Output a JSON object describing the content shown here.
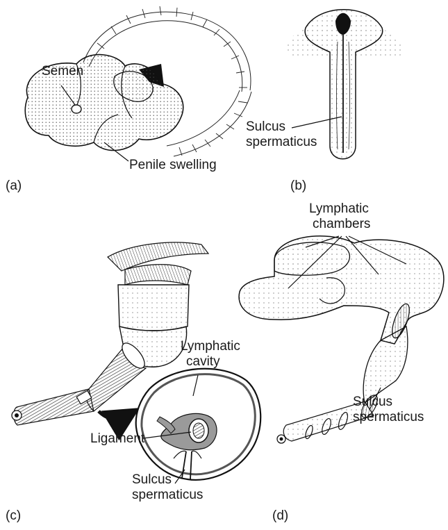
{
  "panels": [
    {
      "letter": "(a)",
      "labels": {
        "semen": "Semen",
        "penile_swelling": "Penile swelling"
      }
    },
    {
      "letter": "(b)",
      "labels": {
        "sulcus_line1": "Sulcus",
        "sulcus_line2": "spermaticus"
      }
    },
    {
      "letter": "(c)",
      "labels": {
        "lymphatic_line1": "Lymphatic",
        "lymphatic_line2": "cavity",
        "ligament": "Ligament",
        "sulcus_line1": "Sulcus",
        "sulcus_line2": "spermaticus"
      }
    },
    {
      "letter": "(d)",
      "labels": {
        "lymphatic_line1": "Lymphatic",
        "lymphatic_line2": "chambers",
        "sulcus_line1": "Sulcus",
        "sulcus_line2": "spermaticus"
      }
    }
  ],
  "colors": {
    "ink": "#1a1a1a",
    "stipple": "#555555",
    "paper": "#ffffff",
    "cavity_fill": "#9a9a9a"
  }
}
